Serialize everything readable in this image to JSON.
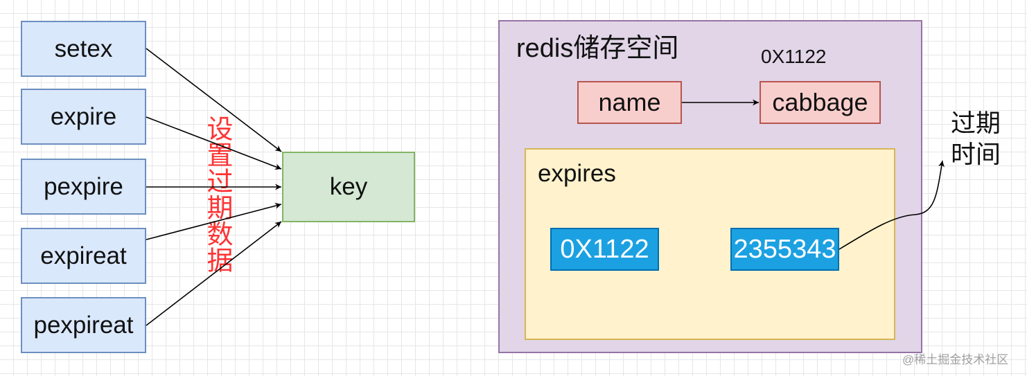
{
  "commands": [
    "setex",
    "expire",
    "pexpire",
    "expireat",
    "pexpireat"
  ],
  "key_label": "key",
  "side_label": "设置过期数据",
  "redis_space": {
    "title": "redis储存空间",
    "address_label": "0X1122",
    "name_label": "name",
    "value_label": "cabbage"
  },
  "expires": {
    "title": "expires",
    "address": "0X1122",
    "timestamp": "2355343"
  },
  "expire_time_label": "过期时间",
  "watermark": "@稀土掘金技术社区",
  "colors": {
    "command_fill": "#dae8fc",
    "key_fill": "#d5e8d4",
    "space_fill": "#e1d5e7",
    "pink_fill": "#f8cecc",
    "expires_fill": "#fff2cc",
    "blue_fill": "#1ba1e2",
    "red_text": "#ff3333"
  }
}
